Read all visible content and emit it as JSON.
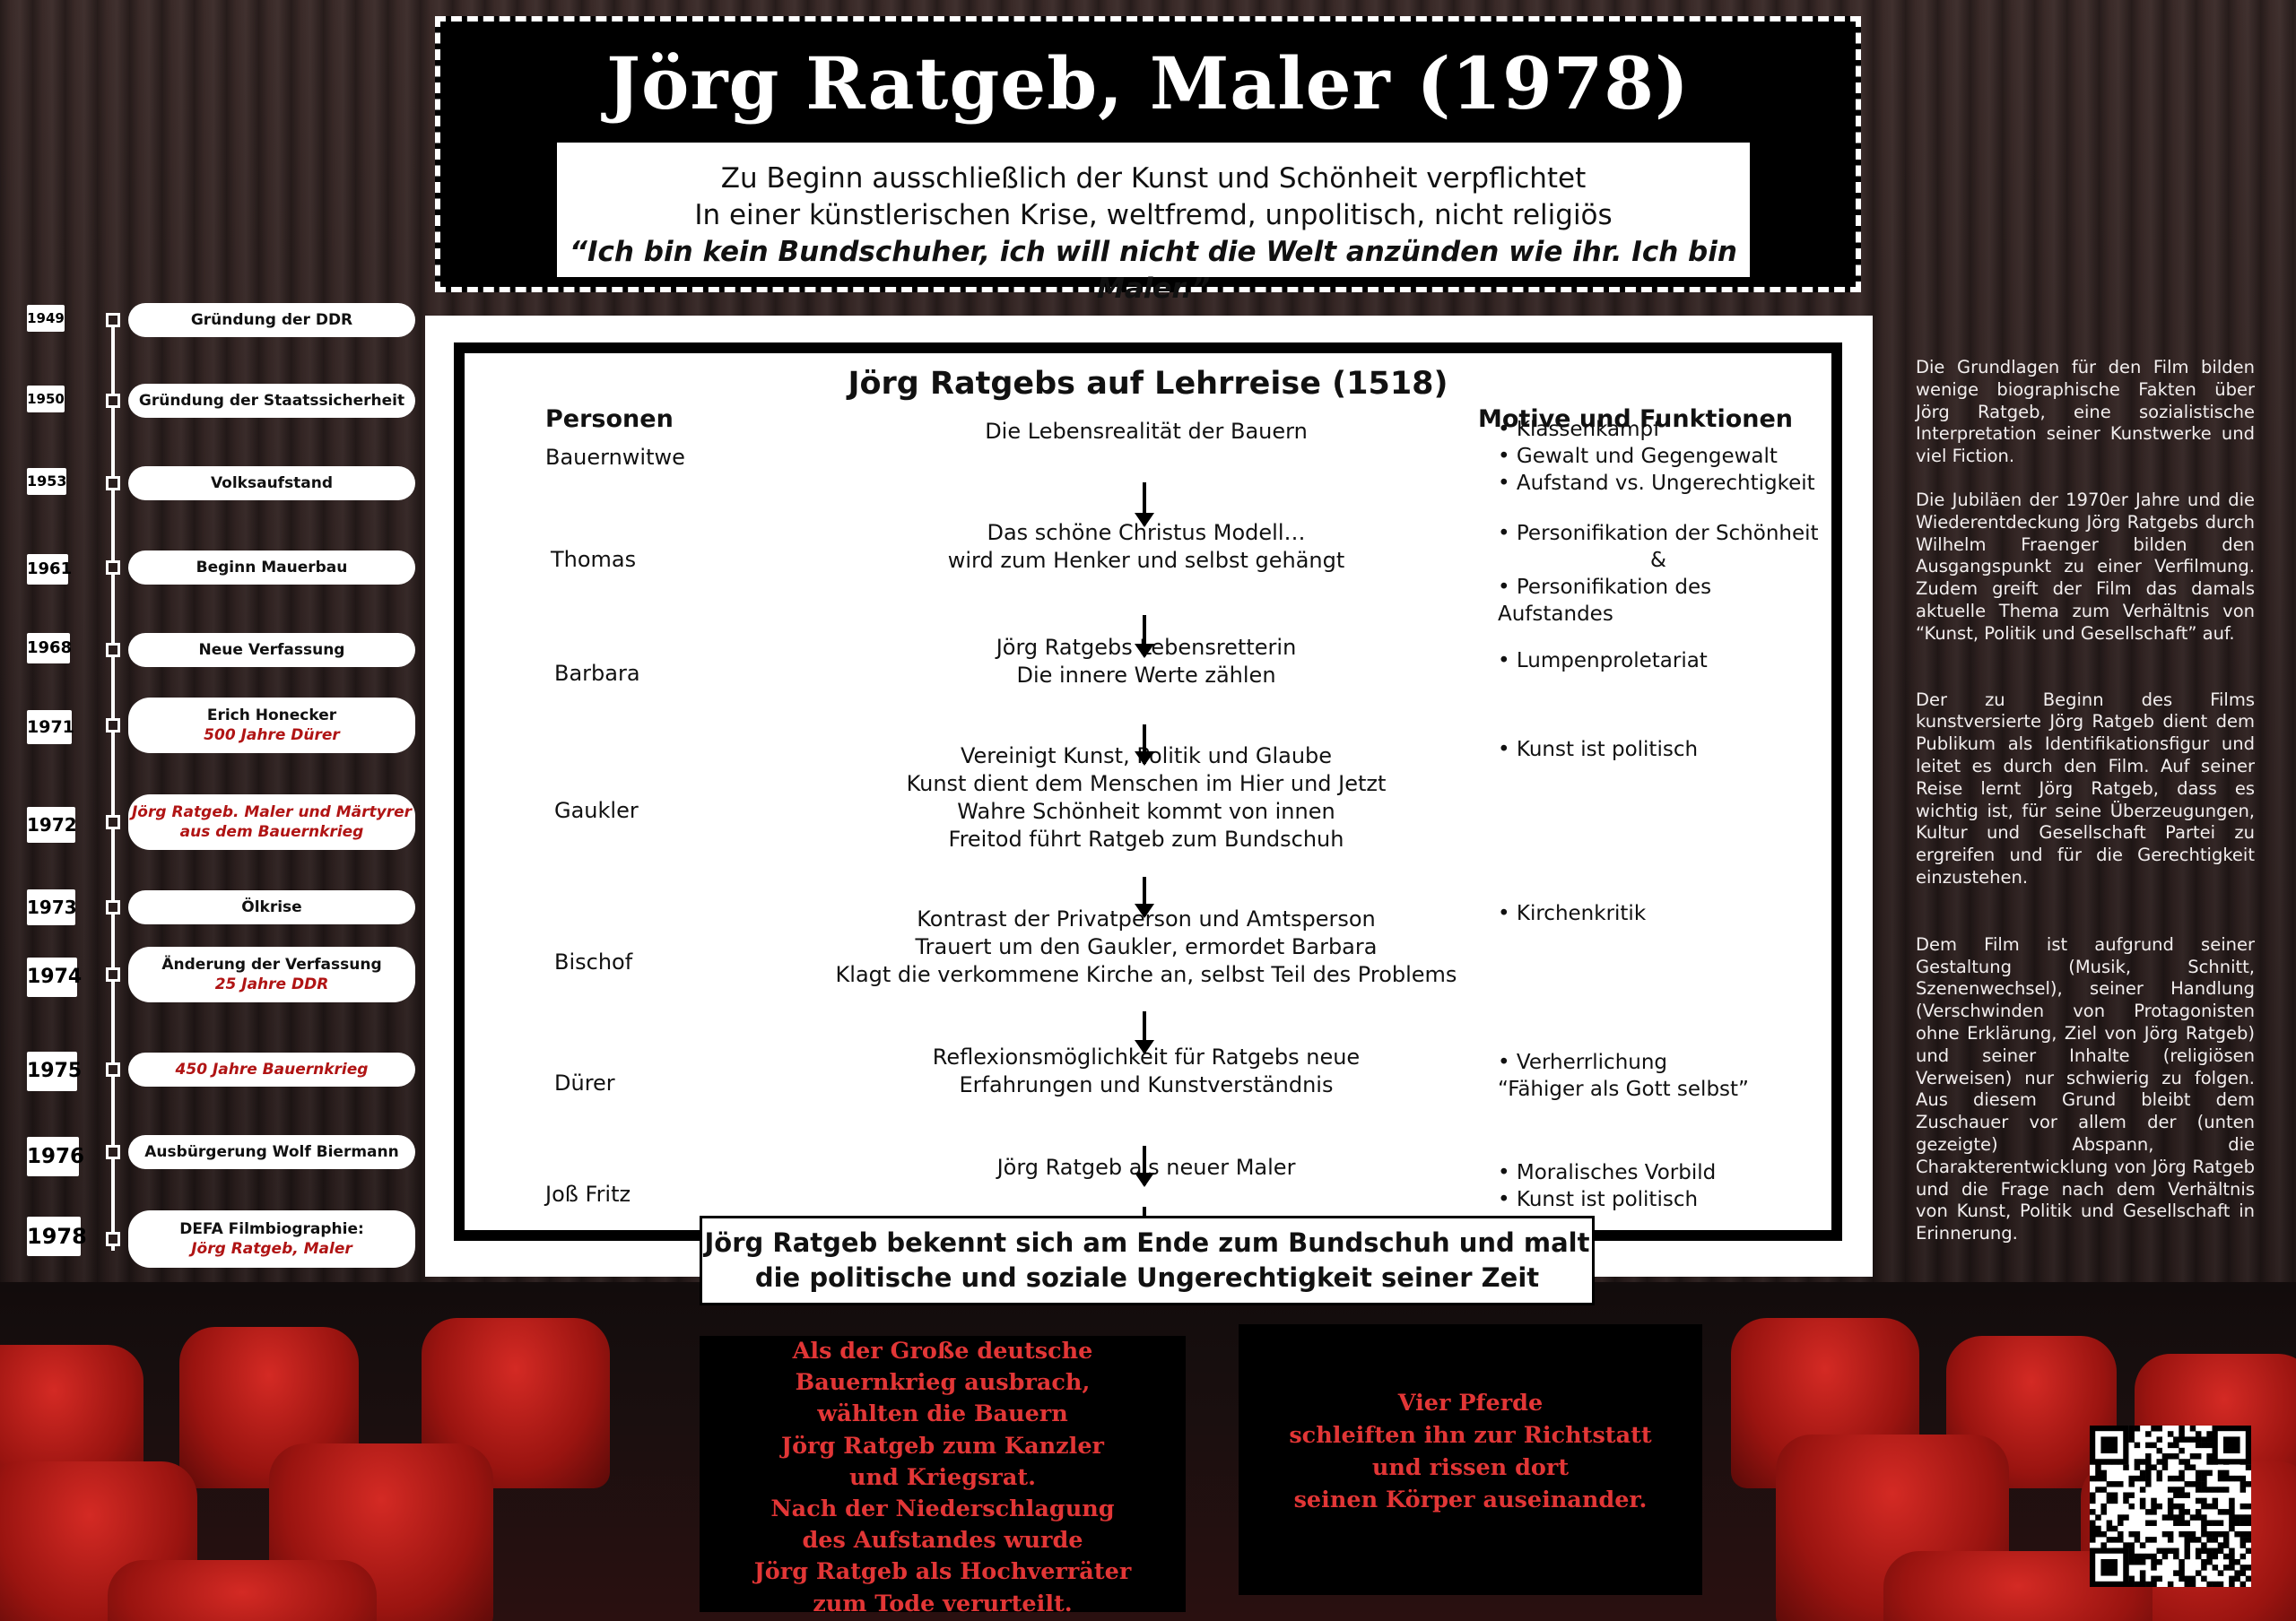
{
  "title": "Jörg Ratgeb, Maler (1978)",
  "intro": {
    "line1": "Zu Beginn ausschließlich der Kunst und Schönheit verpflichtet",
    "line2": "In einer künstlerischen Krise, weltfremd, unpolitisch, nicht religiös",
    "quote": "“Ich bin kein Bundschuher, ich will nicht die Welt anzünden wie ihr. Ich bin Maler.”"
  },
  "timeline": [
    {
      "year": "1949",
      "line1": "Gründung der DDR",
      "line2": ""
    },
    {
      "year": "1950",
      "line1": "Gründung der Staatssicherheit",
      "line2": ""
    },
    {
      "year": "1953",
      "line1": "Volksaufstand",
      "line2": ""
    },
    {
      "year": "1961",
      "line1": "Beginn Mauerbau",
      "line2": ""
    },
    {
      "year": "1968",
      "line1": "Neue Verfassung",
      "line2": ""
    },
    {
      "year": "1971",
      "line1": "Erich Honecker",
      "line2": "500 Jahre Dürer"
    },
    {
      "year": "1972",
      "line1": "",
      "line2": "Jörg Ratgeb. Maler und Märtyrer aus dem Bauernkrieg"
    },
    {
      "year": "1973",
      "line1": "Ölkrise",
      "line2": ""
    },
    {
      "year": "1974",
      "line1": "Änderung der Verfassung",
      "line2": "25 Jahre DDR"
    },
    {
      "year": "1975",
      "line1": "",
      "line2": "450 Jahre Bauernkrieg"
    },
    {
      "year": "1976",
      "line1": "Ausbürgerung Wolf Biermann",
      "line2": ""
    },
    {
      "year": "1978",
      "line1": "DEFA Filmbiographie:",
      "line2": "Jörg Ratgeb, Maler"
    }
  ],
  "diagram": {
    "title": "Jörg Ratgebs auf Lehrreise (1518)",
    "col_persons": "Personen",
    "col_motives": "Motive und Funktionen",
    "rows": [
      {
        "person": "Bauernwitwe",
        "desc": [
          "Die Lebensrealität der Bauern"
        ],
        "motives": [
          "• Klassenkampf",
          "• Gewalt und Gegengewalt",
          "• Aufstand vs. Ungerechtigkeit"
        ]
      },
      {
        "person": "Thomas",
        "desc": [
          "Das schöne Christus Modell…",
          "wird zum Henker und selbst gehängt"
        ],
        "motives": [
          "• Personifikation der Schönheit",
          "&",
          "• Personifikation des Aufstandes"
        ]
      },
      {
        "person": "Barbara",
        "desc": [
          "Jörg Ratgebs Lebensretterin",
          "Die innere Werte zählen"
        ],
        "motives": [
          "•  Lumpenproletariat"
        ]
      },
      {
        "person": "Gaukler",
        "desc": [
          "Vereinigt Kunst, Politik und Glaube",
          "Kunst dient dem Menschen im Hier und Jetzt",
          "Wahre Schönheit kommt von innen",
          "Freitod führt Ratgeb zum Bundschuh"
        ],
        "motives": [
          "• Kunst ist politisch"
        ]
      },
      {
        "person": "Bischof",
        "desc": [
          "Kontrast der Privatperson und Amtsperson",
          "Trauert um den Gaukler, ermordet Barbara",
          "Klagt die verkommene Kirche an, selbst Teil des Problems"
        ],
        "motives": [
          "• Kirchenkritik"
        ]
      },
      {
        "person": "Dürer",
        "desc": [
          "Reflexionsmöglichkeit für Ratgebs neue",
          "Erfahrungen und Kunstverständnis"
        ],
        "motives": [
          "• Verherrlichung",
          "“Fähiger als Gott selbst”"
        ]
      },
      {
        "person": "Joß Fritz",
        "desc": [
          "Jörg Ratgeb als neuer Maler"
        ],
        "motives": [
          "• Moralisches Vorbild",
          "• Kunst ist politisch"
        ]
      }
    ],
    "conclusion": [
      "Jörg Ratgeb bekennt sich am Ende zum Bundschuh und malt",
      "die politische und soziale Ungerechtigkeit seiner Zeit"
    ]
  },
  "side_text": [
    "Die Grundlagen für den Film bilden wenige biographische Fakten über Jörg Ratgeb, eine sozialistische Interpretation seiner Kunstwerke und viel Fiction.",
    "Die Jubiläen der 1970er Jahre und die Wiederentdeckung Jörg Ratgebs durch Wilhelm Fraenger bilden den Ausgangspunkt zu einer Verfilmung. Zudem greift der Film das damals aktuelle Thema zum Verhältnis von “Kunst, Politik und Gesellschaft” auf.",
    "Der zu Beginn des Films kunstversierte Jörg Ratgeb dient dem Publikum als Identifikationsfigur und leitet es durch den Film. Auf seiner Reise lernt Jörg Ratgeb, dass es wichtig ist, für seine Überzeugungen, Kultur und Gesellschaft Partei zu ergreifen und für die Gerechtigkeit einzustehen.",
    "Dem Film ist aufgrund seiner Gestaltung (Musik, Schnitt, Szenenwechsel), seiner Handlung (Verschwinden von Protagonisten ohne Erklärung, Ziel von Jörg Ratgeb) und seiner Inhalte (religiösen Verweisen) nur schwierig zu folgen. Aus diesem Grund bleibt dem Zuschauer vor allem der (unten gezeigte) Abspann, die Charakterentwicklung von Jörg Ratgeb und die Frage nach dem Verhältnis von Kunst, Politik und Gesellschaft in Erinnerung."
  ],
  "credits_left": [
    "Als der Große deutsche",
    "Bauernkrieg ausbrach,",
    "wählten die Bauern",
    "Jörg Ratgeb zum Kanzler",
    "und Kriegsrat.",
    "Nach der Niederschlagung",
    "des Aufstandes wurde",
    "Jörg Ratgeb als Hochverräter",
    "zum Tode verurteilt."
  ],
  "credits_right": [
    "Vier Pferde",
    "schleiften ihn zur Richtstatt",
    "und rissen dort",
    "seinen Körper auseinander."
  ],
  "colors": {
    "accent_red": "#b01414",
    "credits_red": "#e23636"
  }
}
